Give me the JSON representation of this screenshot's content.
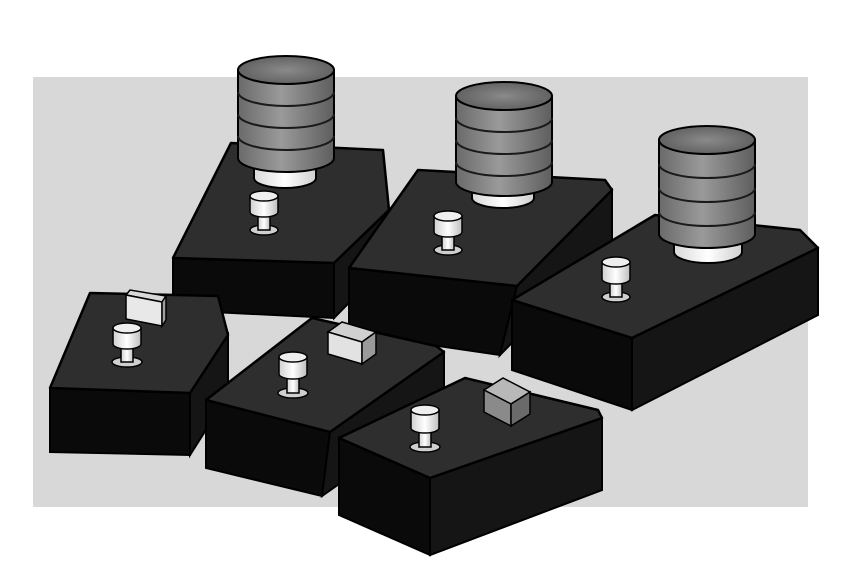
{
  "scene": {
    "description_visible_text": "",
    "colors": {
      "page_background": "#ffffff",
      "panel_background": "#d8d8d8",
      "block_top": "#2e2e2e",
      "block_front": "#0a0a0a",
      "block_side": "#151515",
      "outline": "#000000",
      "cylinder_body": "#7a7a7a",
      "cylinder_band": "#8e8e8e",
      "cylinder_base": "#f2f2f2",
      "knob": "#e6e6e6",
      "cube_top": "#d0d0d0",
      "cube_side": "#9a9a9a"
    },
    "objects": [
      {
        "name": "large-block-left",
        "kind": "block",
        "has_stack": true,
        "has_knob": true,
        "has_cube": false
      },
      {
        "name": "large-block-middle",
        "kind": "block",
        "has_stack": true,
        "has_knob": true,
        "has_cube": false
      },
      {
        "name": "large-block-right",
        "kind": "block",
        "has_stack": true,
        "has_knob": true,
        "has_cube": false
      },
      {
        "name": "small-block-left",
        "kind": "block",
        "has_stack": false,
        "has_knob": true,
        "has_cube": true
      },
      {
        "name": "small-block-center",
        "kind": "block",
        "has_stack": false,
        "has_knob": true,
        "has_cube": true
      },
      {
        "name": "small-block-front",
        "kind": "block",
        "has_stack": false,
        "has_knob": true,
        "has_cube": true
      }
    ]
  }
}
